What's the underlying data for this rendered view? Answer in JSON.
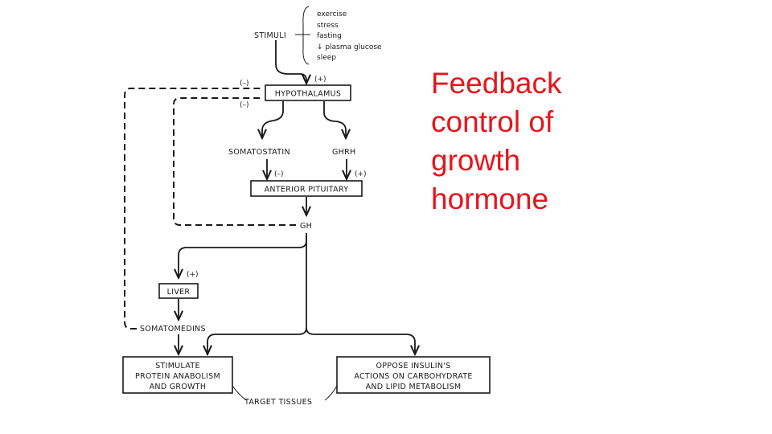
{
  "title_lines": [
    "Feedback",
    "control of",
    "growth",
    "hormone"
  ],
  "diagram": {
    "stimuli_label": "STIMULI",
    "stimuli_list": [
      "exercise",
      "stress",
      "fasting",
      "↓ plasma glucose",
      "sleep"
    ],
    "hypothalamus": "HYPOTHALAMUS",
    "somatostatin": "SOMATOSTATIN",
    "ghrh": "GHRH",
    "anterior_pituitary": "ANTERIOR PITUITARY",
    "gh": "GH",
    "liver": "LIVER",
    "somatomedins": "SOMATOMEDINS",
    "stimulate_box": [
      "STIMULATE",
      "PROTEIN ANABOLISM",
      "AND GROWTH"
    ],
    "oppose_box": [
      "OPPOSE INSULIN'S",
      "ACTIONS ON CARBOHYDRATE",
      "AND LIPID METABOLISM"
    ],
    "target_tissues": "TARGET TISSUES",
    "sign_plus": "(+)",
    "sign_minus": "(–)"
  },
  "colors": {
    "title": "#e8141b",
    "ink": "#1a1a1a"
  }
}
